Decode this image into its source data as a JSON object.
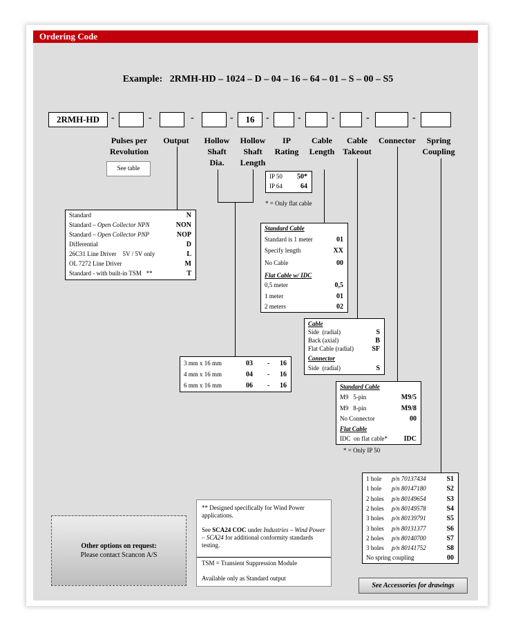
{
  "header": {
    "title": "Ordering Code"
  },
  "example": {
    "label": "Example:",
    "code": "2RMH-HD – 1024 – D – 04 – 16 – 64 – 01 – S – 00 – S5"
  },
  "code": {
    "prefix": "2RMH-HD",
    "dash": "-",
    "length_value": "16"
  },
  "columns": {
    "pulses": "Pulses per Revolution",
    "output": "Output",
    "hollow_dia": "Hollow Shaft Dia.",
    "hollow_len": "Hollow Shaft Length",
    "ip": "IP Rating",
    "cable_len": "Cable Length",
    "cable_take": "Cable Takeout",
    "connector": "Connector",
    "spring": "Spring Coupling"
  },
  "see_table": "See table",
  "output_table": [
    {
      "label": "Standard",
      "code": "N"
    },
    {
      "label": "Standard – Open Collector NPN",
      "code": "NON"
    },
    {
      "label": "Standard – Open Collector PNP",
      "code": "NOP"
    },
    {
      "label": "Differential",
      "code": "D"
    },
    {
      "label": "26C31 Line Driver    5V / 5V only",
      "code": "L"
    },
    {
      "label": "OL 7272 Line Driver",
      "code": "M"
    },
    {
      "label": "Standard - with built-in TSM   **",
      "code": "T"
    }
  ],
  "ip_table": [
    {
      "label": "IP 50",
      "code": "50*"
    },
    {
      "label": "IP 64",
      "code": "64"
    }
  ],
  "ip_note": "* = Only flat cable",
  "cable_table": {
    "heading1": "Standard Cable",
    "rows1": [
      {
        "label": "Standard is 1 meter",
        "code": "01"
      },
      {
        "label": "Specify length",
        "code": "XX"
      },
      {
        "label": "No Cable",
        "code": "00"
      }
    ],
    "heading2": "Flat Cable w/ IDC",
    "rows2": [
      {
        "label": "0,5 meter",
        "code": "0,5"
      },
      {
        "label": "1 meter",
        "code": "01"
      },
      {
        "label": "2 meters",
        "code": "02"
      }
    ]
  },
  "takeout_table": {
    "heading1": "Cable",
    "rows1": [
      {
        "label": "Side  (radial)",
        "code": "S"
      },
      {
        "label": "Back (axial)",
        "code": "B"
      },
      {
        "label": "Flat Cable (radial)",
        "code": "SF"
      }
    ],
    "heading2": "Connector",
    "rows2": [
      {
        "label": "Side  (radial)",
        "code": "S"
      }
    ]
  },
  "shaft_table": [
    {
      "label": "3 mm x 16 mm",
      "code": "03",
      "dash": "-",
      "len": "16"
    },
    {
      "label": "4 mm x 16 mm",
      "code": "04",
      "dash": "-",
      "len": "16"
    },
    {
      "label": "6 mm x 16 mm",
      "code": "06",
      "dash": "-",
      "len": "16"
    }
  ],
  "connector_table": {
    "heading1": "Standard Cable",
    "rows1": [
      {
        "label": "M9   5-pin",
        "code": "M9/5"
      },
      {
        "label": "M9   8-pin",
        "code": "M9/8"
      },
      {
        "label": "No Connector",
        "code": "00"
      }
    ],
    "heading2": "Flat Cable",
    "rows2": [
      {
        "label": "IDC  on flat cable*",
        "code": "IDC"
      }
    ]
  },
  "connector_note": "* = Only IP 50",
  "spring_table": [
    {
      "label": "1 hole",
      "pn": "p/n 70137434",
      "code": "S1"
    },
    {
      "label": "1 hole",
      "pn": "p/n 80147180",
      "code": "S2"
    },
    {
      "label": "2 holes",
      "pn": "p/n 80149654",
      "code": "S3"
    },
    {
      "label": "2 holes",
      "pn": "p/n 80149578",
      "code": "S4"
    },
    {
      "label": "3 holes",
      "pn": "p/n 80139791",
      "code": "S5"
    },
    {
      "label": "3 holes",
      "pn": "p/n 80131377",
      "code": "S6"
    },
    {
      "label": "2 holes",
      "pn": "p/n 80140700",
      "code": "S7"
    },
    {
      "label": "3 holes",
      "pn": "p/n 80141752",
      "code": "S8"
    },
    {
      "label": "No spring coupling",
      "pn": "",
      "code": "00"
    }
  ],
  "other_options": {
    "title": "Other options on request:",
    "text": "Please contact Scancon A/S"
  },
  "notes": {
    "designed": "** Designed specifically for Wind Power applications.",
    "see_pre": "See ",
    "see_bold": "SCA24  COC",
    "see_mid": " under ",
    "see_italic": "Industries – Wind Power – SCA24",
    "see_post": " for additional conformity standards testing.",
    "tsm": "TSM = Transient Suppression Module",
    "available": "Available only as Standard output"
  },
  "accessories": "See Accessories for drawings"
}
